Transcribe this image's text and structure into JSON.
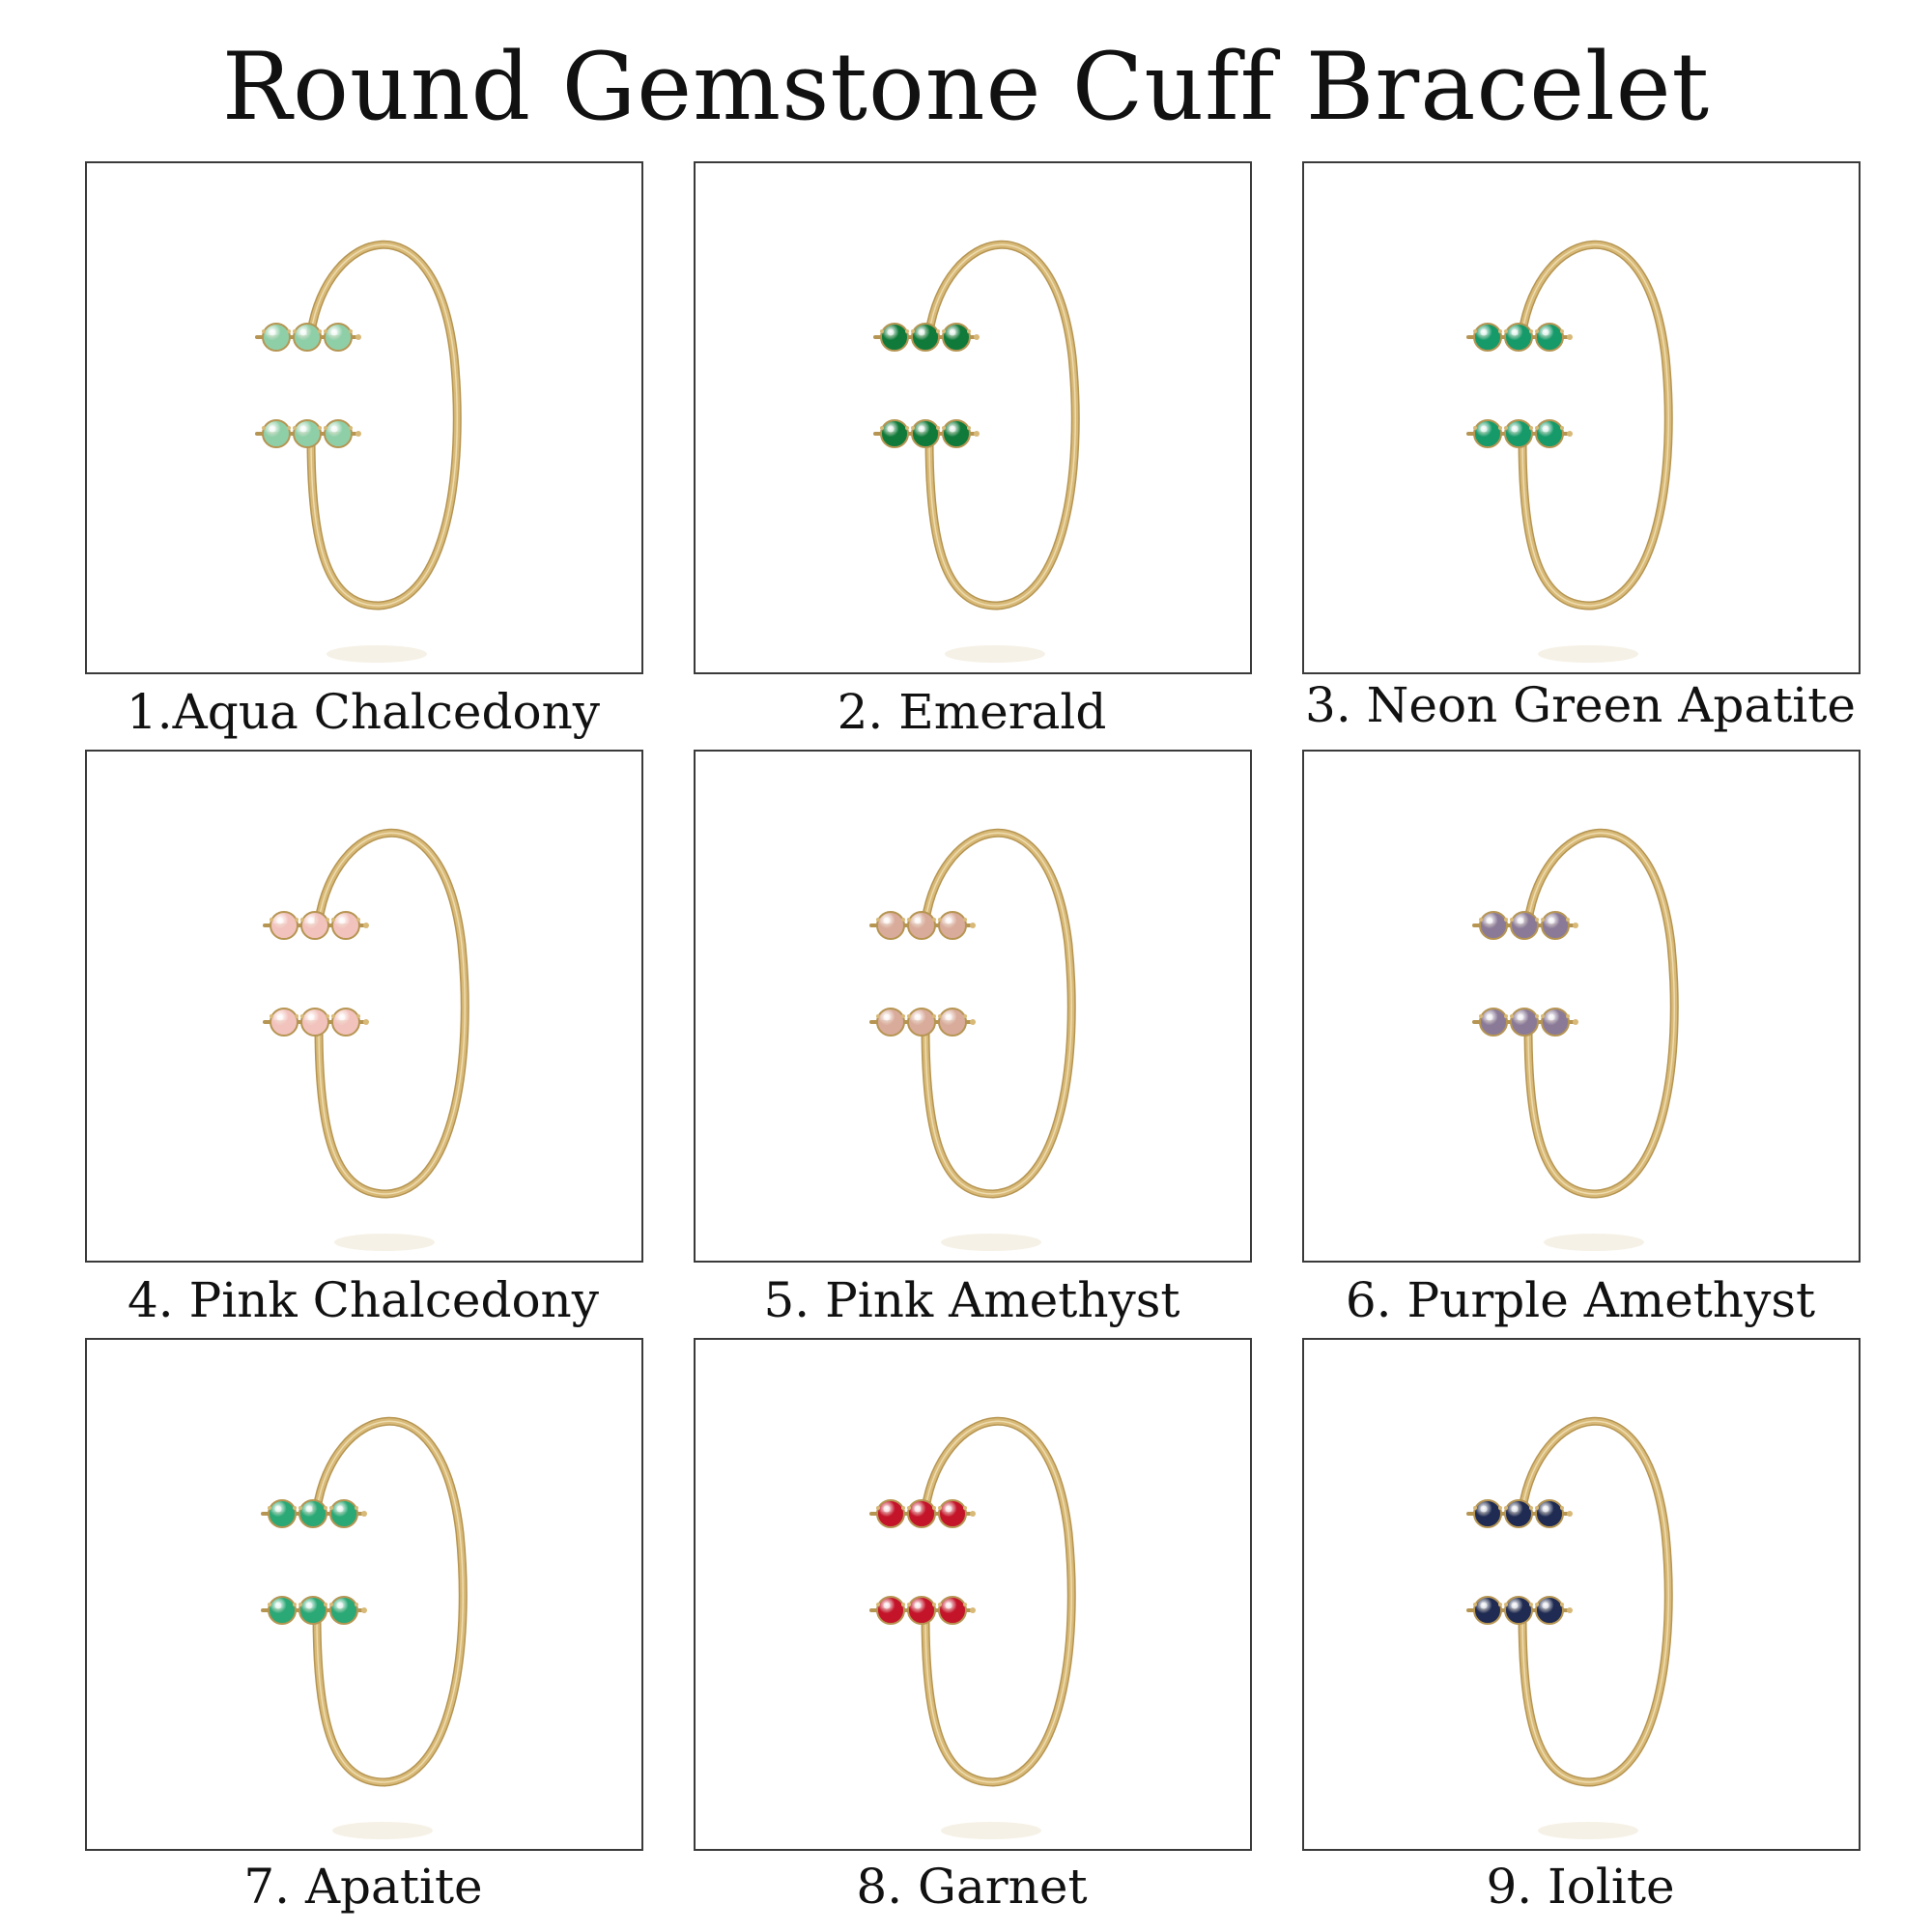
{
  "title": "Round Gemstone Cuff Bracelet",
  "colors": {
    "gold": "#d8b977",
    "gold_dark": "#b69552",
    "border": "#3a3a3a"
  },
  "items": [
    {
      "label": "1.Aqua Chalcedony",
      "stone_color": "#8fcfa8",
      "icon": "gold-cuff-bracelet-icon"
    },
    {
      "label": "2. Emerald",
      "stone_color": "#0f7a3a",
      "icon": "gold-cuff-bracelet-icon"
    },
    {
      "label": "3. Neon Green Apatite",
      "stone_color": "#169a6a",
      "icon": "gold-cuff-bracelet-icon"
    },
    {
      "label": "4. Pink Chalcedony",
      "stone_color": "#f2c2bd",
      "icon": "gold-cuff-bracelet-icon"
    },
    {
      "label": "5. Pink Amethyst",
      "stone_color": "#d9ab9b",
      "icon": "gold-cuff-bracelet-icon"
    },
    {
      "label": "6. Purple Amethyst",
      "stone_color": "#8a7a98",
      "icon": "gold-cuff-bracelet-icon"
    },
    {
      "label": "7. Apatite",
      "stone_color": "#2aa876",
      "icon": "gold-cuff-bracelet-icon"
    },
    {
      "label": "8. Garnet",
      "stone_color": "#c4142a",
      "icon": "gold-cuff-bracelet-icon"
    },
    {
      "label": "9. Iolite",
      "stone_color": "#1f2b52",
      "icon": "gold-cuff-bracelet-icon"
    }
  ]
}
